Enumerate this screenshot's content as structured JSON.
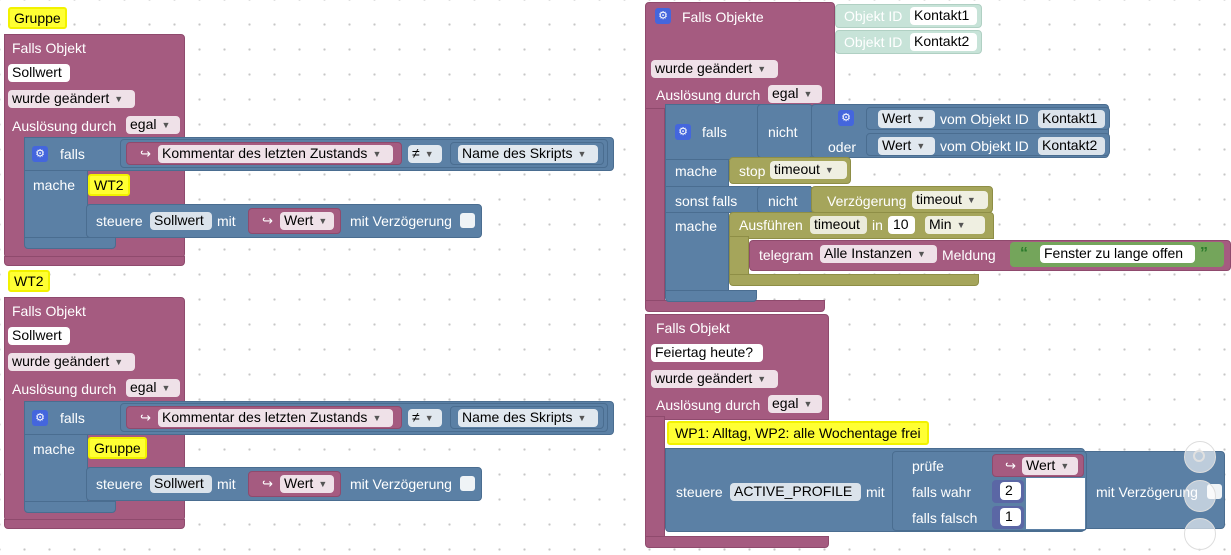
{
  "left": {
    "comment1": "Gruppe",
    "comment2": "WT2",
    "block1": {
      "falls_objekt": "Falls Objekt",
      "obj": "Sollwert",
      "cond": "wurde geändert",
      "ausloesung": "Auslösung durch",
      "egal": "egal",
      "falls": "falls",
      "mache": "mache",
      "kommentar": "Kommentar des letzten Zustands",
      "neq": "≠",
      "skript": "Name des Skripts",
      "inner_comment": "WT2",
      "steuere": "steuere",
      "steuere_obj": "Sollwert",
      "mit": "mit",
      "wert": "Wert",
      "mit_verz": "mit Verzögerung"
    },
    "block2": {
      "falls_objekt": "Falls Objekt",
      "obj": "Sollwert",
      "cond": "wurde geändert",
      "ausloesung": "Auslösung durch",
      "egal": "egal",
      "falls": "falls",
      "mache": "mache",
      "kommentar": "Kommentar des letzten Zustands",
      "neq": "≠",
      "skript": "Name des Skripts",
      "inner_comment": "Gruppe",
      "steuere": "steuere",
      "steuere_obj": "Sollwert",
      "mit": "mit",
      "wert": "Wert",
      "mit_verz": "mit Verzögerung"
    }
  },
  "right": {
    "block1": {
      "falls_objekte": "Falls Objekte",
      "objekt_id": "Objekt ID",
      "kontakt1": "Kontakt1",
      "kontakt2": "Kontakt2",
      "cond": "wurde geändert",
      "ausloesung": "Auslösung durch",
      "egal": "egal",
      "falls": "falls",
      "nicht": "nicht",
      "oder": "oder",
      "wert": "Wert",
      "vom_objekt": "vom Objekt ID",
      "mache": "mache",
      "stop": "stop",
      "timeout": "timeout",
      "sonst_falls": "sonst falls",
      "verzoegerung": "Verzögerung",
      "ausfuehren": "Ausführen",
      "in": "in",
      "ten": "10",
      "min": "Min",
      "telegram": "telegram",
      "instanzen": "Alle Instanzen",
      "meldung": "Meldung",
      "text": "Fenster zu lange offen"
    },
    "block2": {
      "falls_objekt": "Falls Objekt",
      "obj": "Feiertag heute?",
      "cond": "wurde geändert",
      "ausloesung": "Auslösung durch",
      "egal": "egal",
      "comment": "WP1: Alltag, WP2: alle Wochentage frei",
      "steuere": "steuere",
      "steuere_obj": "ACTIVE_PROFILE",
      "mit": "mit",
      "pruefe": "prüfe",
      "wert": "Wert",
      "falls_wahr": "falls wahr",
      "falls_falsch": "falls falsch",
      "v2": "2",
      "v1": "1",
      "mit_verz": "mit Verzögerung"
    }
  }
}
